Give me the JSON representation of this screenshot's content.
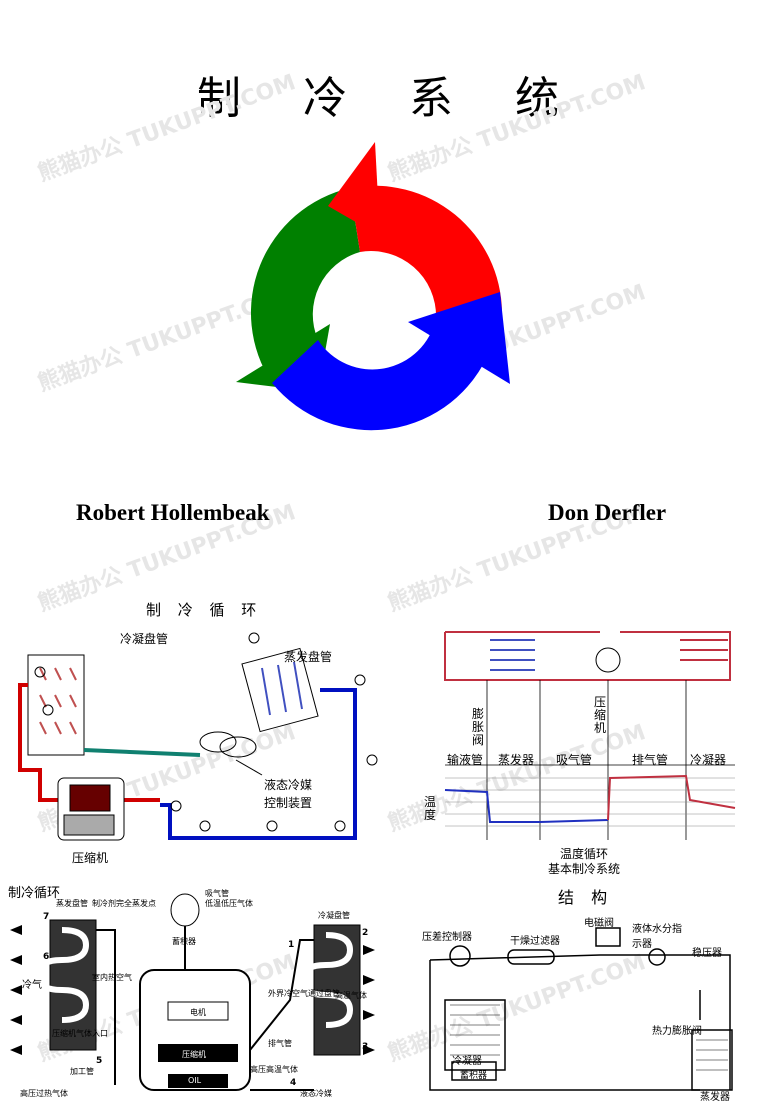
{
  "title": "制 冷 系 统",
  "authors": [
    "Robert Hollembeak",
    "Don Derfler"
  ],
  "watermark": "熊猫办公 TUKUPPT.COM",
  "cycle_icon": {
    "colors": {
      "red": "#ff0000",
      "green": "#008000",
      "blue": "#0000ff"
    }
  },
  "fig_cycle": {
    "heading": "制 冷 循 环",
    "condenser": "冷凝盘管",
    "evaporator": "蒸发盘管",
    "control_line1": "液态冷媒",
    "control_line2": "控制装置",
    "compressor": "压缩机"
  },
  "fig_temp": {
    "expansion": "膨胀阀",
    "compressor": "压缩机",
    "columns": [
      "输液管",
      "蒸发器",
      "吸气管",
      "排气管",
      "冷凝器"
    ],
    "y_label": "温度",
    "caption1": "温度循环",
    "caption2": "基本制冷系统"
  },
  "fig_detail": {
    "heading": "制冷循环",
    "labels": [
      "蒸发盘管",
      "制冷剂完全蒸发点",
      "吸气管",
      "低温低压气体",
      "蓄积器",
      "室内热空气",
      "冷气",
      "电机",
      "压缩机",
      "OIL",
      "高压高温气体",
      "排气管",
      "外界冷空气通过盘管",
      "冷凝盘管",
      "高温气体",
      "压缩机气体入口",
      "加工管",
      "高压过热气体",
      "液态冷媒"
    ],
    "numbers": [
      "7",
      "6",
      "5",
      "4",
      "3",
      "2",
      "1"
    ]
  },
  "fig_struct": {
    "heading": "结 构",
    "labels": [
      "压差控制器",
      "干燥过滤器",
      "电磁阀",
      "液体水分指示器",
      "稳压器",
      "热力膨胀阀",
      "冷凝器",
      "蓄积器",
      "蒸发器"
    ]
  }
}
